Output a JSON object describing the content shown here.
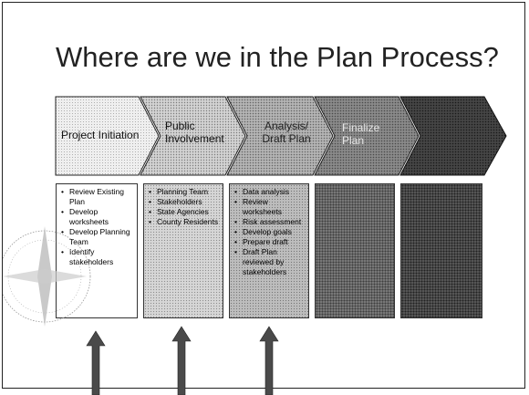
{
  "slide": {
    "title": "Where are we in the Plan Process?"
  },
  "stages": [
    {
      "label": "Project Initiation"
    },
    {
      "label": "Public Involvement"
    },
    {
      "label": "Analysis/ Draft Plan"
    },
    {
      "label": "Finalize Plan"
    },
    {
      "label": ""
    }
  ],
  "tasks": [
    {
      "items": [
        "Review Existing Plan",
        "Develop worksheets",
        "Develop Planning Team",
        "Identify stakeholders"
      ]
    },
    {
      "items": [
        "Planning Team",
        "Stakeholders",
        "State Agencies",
        "County Residents"
      ]
    },
    {
      "items": [
        "Data analysis",
        "Review worksheets",
        "Risk assessment",
        "Develop goals",
        "Prepare draft",
        "Draft Plan reviewed by stakeholders"
      ]
    },
    {
      "items": []
    },
    {
      "items": []
    }
  ],
  "colors": {
    "stage1": "#f4f4f4",
    "stage2": "#d9d9d9",
    "stage3": "#b8b8b8",
    "stage4": "#8c8c8c",
    "stage5": "#3a3a3a",
    "arrow": "#444444"
  }
}
